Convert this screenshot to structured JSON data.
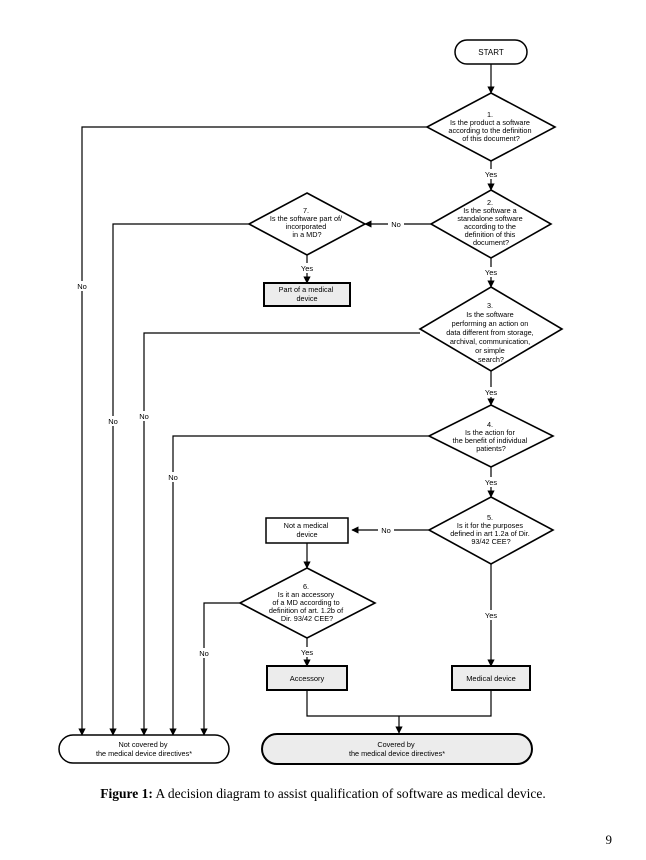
{
  "start_label": "START",
  "questions": [
    {
      "id": "q1",
      "lines": [
        "1.",
        "Is the product a software",
        "according to the definition",
        "of this document?"
      ]
    },
    {
      "id": "q2",
      "lines": [
        "2.",
        "Is the software a",
        "standalone software",
        "according to the",
        "definition of this",
        "document?"
      ]
    },
    {
      "id": "q3",
      "lines": [
        "3.",
        "Is the software",
        "performing an action on",
        "data different from storage,",
        "archival, communication,",
        "or simple",
        "search?"
      ]
    },
    {
      "id": "q4",
      "lines": [
        "4.",
        "Is the action for",
        "the benefit of individual",
        "patients?"
      ]
    },
    {
      "id": "q5",
      "lines": [
        "5.",
        "Is it for the purposes",
        "defined in art 1.2a of Dir.",
        "93/42 CEE?"
      ]
    },
    {
      "id": "q6",
      "lines": [
        "6.",
        "Is it an accessory",
        "of a MD according to",
        "definition of art. 1.2b of",
        "Dir. 93/42 CEE?"
      ]
    },
    {
      "id": "q7",
      "lines": [
        "7.",
        "Is the software part of/",
        "incorporated",
        "in a MD?"
      ]
    }
  ],
  "outcomes": {
    "part_of_md": [
      "Part of a medical",
      "device"
    ],
    "not_md": [
      "Not a medical",
      "device"
    ],
    "accessory": "Accessory",
    "medical_device": "Medical device",
    "not_covered": [
      "Not covered by",
      "the medical device directives*"
    ],
    "covered": [
      "Covered by",
      "the medical device directives*"
    ]
  },
  "edge_labels": {
    "yes": [
      "Yes",
      "Yes",
      "Yes",
      "Yes",
      "Yes",
      "Yes",
      "Yes"
    ],
    "no": [
      "No",
      "No",
      "No",
      "No",
      "No",
      "No",
      "No"
    ]
  },
  "caption": {
    "bold": "Figure 1:",
    "text": " A decision diagram to assist qualification of software as medical device."
  },
  "page_number": "9"
}
